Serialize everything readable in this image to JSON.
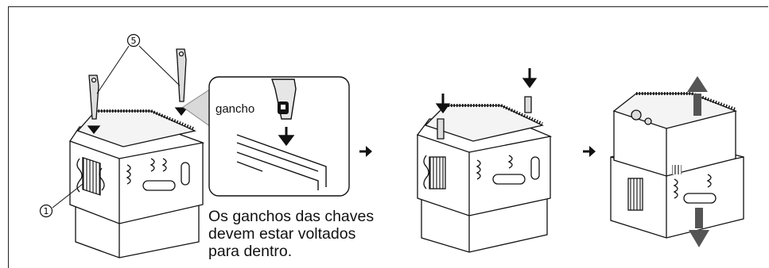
{
  "figure": {
    "callout_numbers": {
      "keys": "5",
      "unit": "1"
    },
    "callout_word": "gancho",
    "caption_lines": [
      "Os ganchos das chaves",
      "devem estar voltados",
      "para dentro."
    ]
  },
  "icons": [
    "arrow-right-icon",
    "arrow-right-icon",
    "arrow-up-icon",
    "arrow-down-icon",
    "arrow-down-icon"
  ]
}
